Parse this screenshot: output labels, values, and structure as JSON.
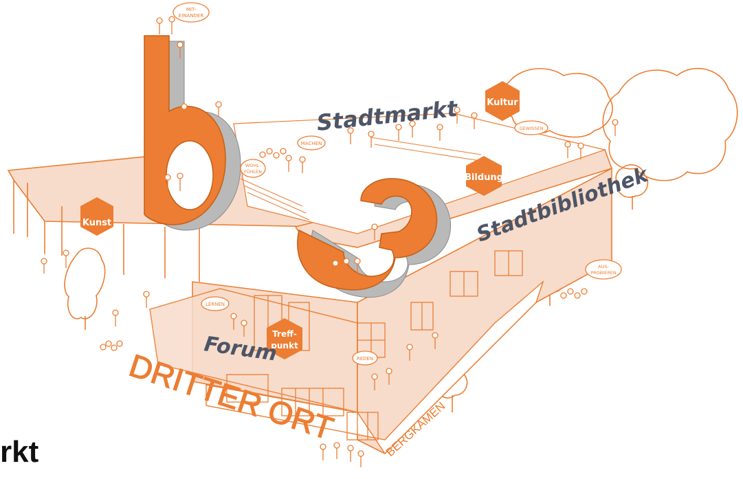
{
  "colors": {
    "accent": "#ec7d32",
    "accent_light": "#f7dccb",
    "slate": "#4d5566",
    "grey": "#b9b9b9",
    "white": "#ffffff"
  },
  "labels": {
    "stadtmarkt": "Stadtmarkt",
    "stadtbibliothek": "Stadtbibliothek",
    "forum": "Forum",
    "dritter_ort": "DRITTER ORT",
    "bergkamen": "BERGKAMEN"
  },
  "hexagons": {
    "kunst": "Kunst",
    "kultur": "Kultur",
    "bildung": "Bildung",
    "treffpunkt_1": "Treff-",
    "treffpunkt_2": "punkt"
  },
  "bubbles": {
    "miteinander_1": "MIT-",
    "miteinander_2": "EINANDER",
    "machen": "MACHEN",
    "wohlfuehlen_1": "WOHL-",
    "wohlfuehlen_2": "FÜHLEN",
    "gewissen": "GEWISSEN",
    "ausprobieren_1": "AUS-",
    "ausprobieren_2": "PROBIEREN",
    "lernen": "LERNEN",
    "reden": "REDEN"
  },
  "bottom_text": "rkt"
}
